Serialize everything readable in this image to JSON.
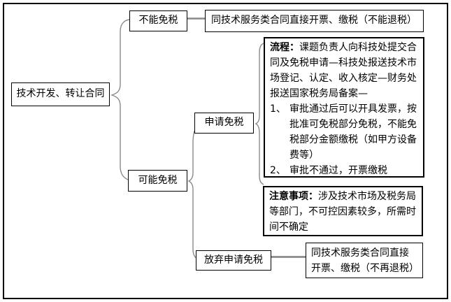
{
  "diagram": {
    "root": {
      "label": "技术开发、转让合同"
    },
    "cannot_exempt": {
      "label": "不能免税",
      "detail": "同技术服务类合同直接开票、缴税（不能退税）"
    },
    "maybe_exempt": {
      "label": "可能免税"
    },
    "apply_exempt": {
      "label": "申请免税"
    },
    "process": {
      "heading": "流程：",
      "body": "课题负责人向科技处提交合同及免税申请—科技处报送技术市场登记、认定、收入核定—财务处报送国家税务局备案—",
      "items": [
        {
          "num": "1、",
          "text": "审批通过后可以开具发票，按批准可免税部分免税，不能免税部分金额缴税（如甲方设备费等）"
        },
        {
          "num": "2、",
          "text": "审批不通过，开票缴税"
        }
      ]
    },
    "notes": {
      "heading": "注意事项：",
      "body": "涉及技术市场及税务局等部门，不可控因素较多，所需时间不确定"
    },
    "waive_exempt": {
      "label": "放弃申请免税",
      "detail_line1": "同技术服务类合同直接",
      "detail_line2": "开票、缴税（不再退税）"
    },
    "colors": {
      "connector": "#8a8a8a",
      "border": "#000000",
      "background": "#ffffff"
    }
  }
}
